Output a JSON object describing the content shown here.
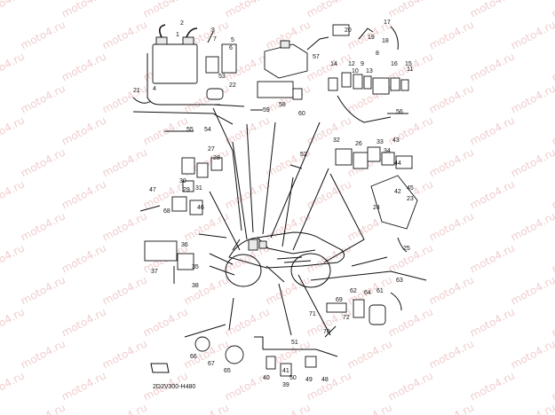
{
  "watermark": "moto4.ru",
  "diagram_code": "2D2V300-H480",
  "callouts": [
    "1",
    "2",
    "3",
    "4",
    "5",
    "6",
    "7",
    "8",
    "9",
    "10",
    "11",
    "12",
    "13",
    "14",
    "15",
    "16",
    "17",
    "18",
    "19",
    "20",
    "21",
    "22",
    "23",
    "24",
    "25",
    "26",
    "27",
    "28",
    "29",
    "30",
    "31",
    "32",
    "33",
    "34",
    "35",
    "36",
    "37",
    "38",
    "39",
    "40",
    "41",
    "42",
    "43",
    "44",
    "45",
    "46",
    "47",
    "48",
    "49",
    "50",
    "51",
    "52",
    "53",
    "54",
    "55",
    "56",
    "57",
    "58",
    "59",
    "60",
    "61",
    "62",
    "63",
    "64",
    "65",
    "66",
    "67",
    "68",
    "69",
    "70",
    "71",
    "72"
  ]
}
